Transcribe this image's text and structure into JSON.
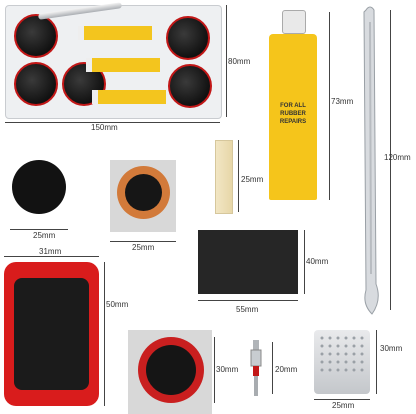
{
  "measurements": {
    "case_width": "150mm",
    "case_height": "80mm",
    "glue_tube_height": "73mm",
    "tire_lever_height": "120mm",
    "black_round_patch": "25mm",
    "orange_round_patch": "25mm",
    "chalk_stick": "25mm",
    "sandpaper_height": "40mm",
    "sandpaper_width": "55mm",
    "rect_patch_width": "31mm",
    "rect_patch_height": "50mm",
    "red_round_patch": "30mm",
    "valve_height": "20mm",
    "scraper_height": "30mm",
    "scraper_width": "25mm"
  },
  "glue_tube": {
    "label": "FOR ALL RUBBER REPAIRS"
  },
  "colors": {
    "case_bg": "#eef0f2",
    "patch_red": "#d91c1c",
    "patch_orange": "#d27a3a",
    "glue_yellow": "#f5c51b",
    "rubber_black": "#121212",
    "metal_silver": "#c4c7cb"
  }
}
